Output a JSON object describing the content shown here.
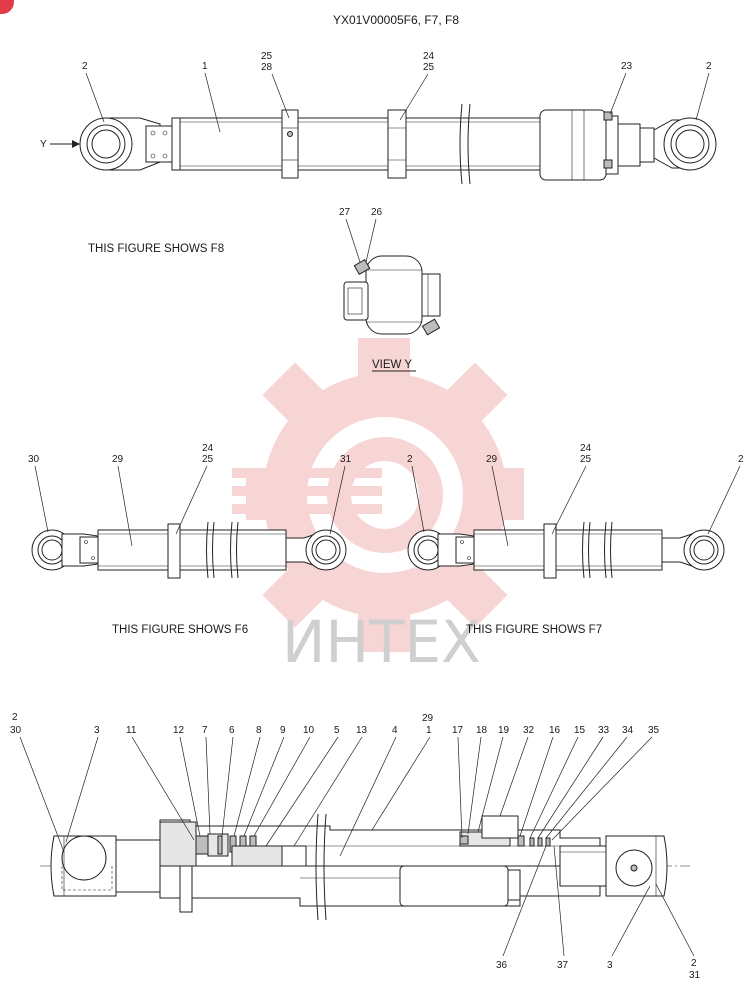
{
  "title": "YX01V00005F6, F7, F8",
  "watermark": "ИНТЕХ",
  "colors": {
    "watermark_red": "#f2b3b3",
    "watermark_gray": "#cfcfcf",
    "badge": "#e23b4a"
  },
  "top_view": {
    "caption": "THIS FIGURE SHOWS  F8",
    "arrow_label": "Y",
    "callouts": [
      "2",
      "1",
      "25",
      "28",
      "24",
      "25",
      "23",
      "2"
    ]
  },
  "view_y": {
    "caption": "VIEW  Y",
    "callouts": [
      "27",
      "26"
    ]
  },
  "f6_view": {
    "caption": "THIS FIGURE SHOWS  F6",
    "callouts": [
      "30",
      "29",
      "24",
      "25",
      "31"
    ]
  },
  "f7_view": {
    "caption": "THIS FIGURE SHOWS  F7",
    "callouts": [
      "2",
      "29",
      "24",
      "25",
      "2"
    ]
  },
  "section_view": {
    "callouts_top": [
      "2",
      "30",
      "3",
      "11",
      "12",
      "7",
      "6",
      "8",
      "9",
      "10",
      "5",
      "13",
      "4",
      "29",
      "1",
      "17",
      "18",
      "19",
      "32",
      "16",
      "15",
      "33",
      "34",
      "35"
    ],
    "callouts_bottom": [
      "36",
      "37",
      "3",
      "2",
      "31"
    ]
  }
}
